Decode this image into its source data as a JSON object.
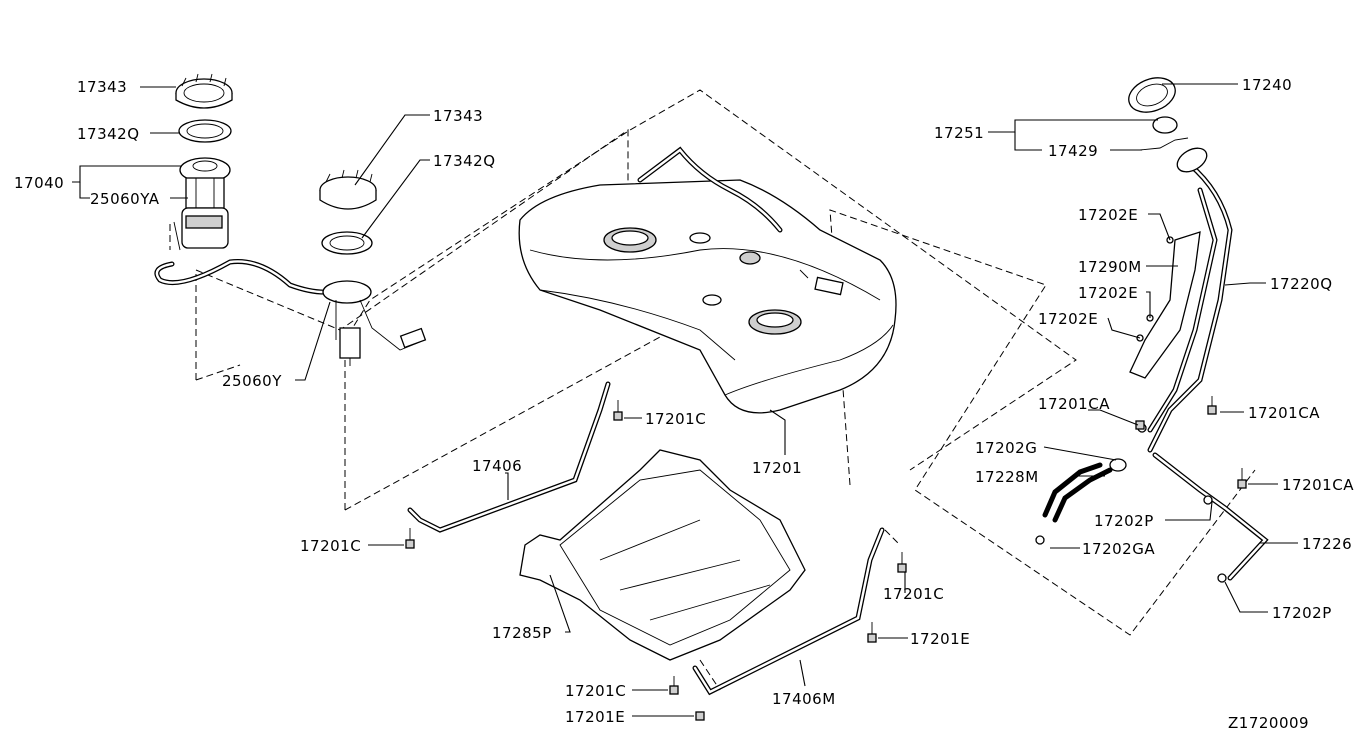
{
  "diagram": {
    "code": "Z1720009",
    "labels": {
      "p17343_a": "17343",
      "p17342q_a": "17342Q",
      "p17040": "17040",
      "p25060ya": "25060YA",
      "p17343_b": "17343",
      "p17342q_b": "17342Q",
      "p25060y": "25060Y",
      "p17406": "17406",
      "p17201c_a": "17201C",
      "p17201c_b": "17201C",
      "p17201": "17201",
      "p17285p": "17285P",
      "p17201c_c": "17201C",
      "p17201e_a": "17201E",
      "p17201c_d": "17201C",
      "p17201e_b": "17201E",
      "p17406m": "17406M",
      "p17240": "17240",
      "p17251": "17251",
      "p17429": "17429",
      "p17202e_a": "17202E",
      "p17290m": "17290M",
      "p17202e_b": "17202E",
      "p17202e_c": "17202E",
      "p17220q": "17220Q",
      "p17201ca_a": "17201CA",
      "p17201ca_b": "17201CA",
      "p17202g": "17202G",
      "p17228m": "17228M",
      "p17201ca_c": "17201CA",
      "p17202p_a": "17202P",
      "p17202ga": "17202GA",
      "p17226": "17226",
      "p17202p_b": "17202P"
    }
  }
}
